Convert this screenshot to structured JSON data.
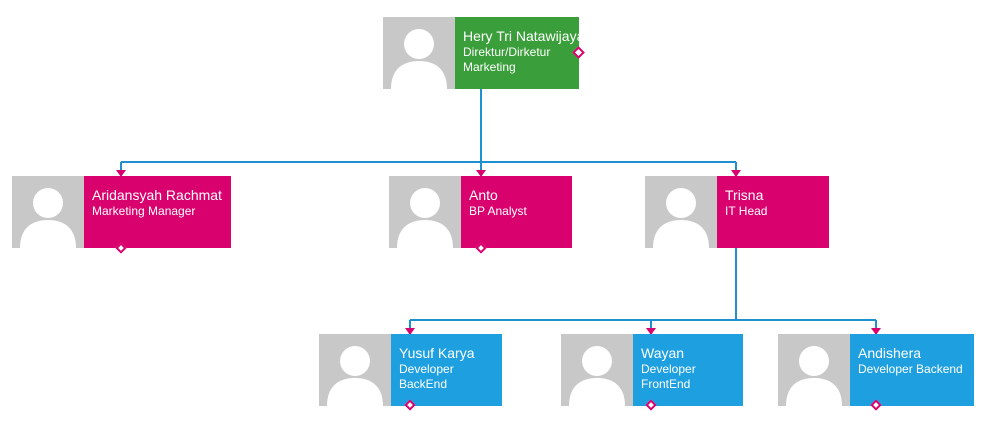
{
  "colors": {
    "root": "#3a9e3a",
    "manager": "#d9016d",
    "staff": "#1ea0e0",
    "connector": "#1e90d0",
    "marker": "#d9016d"
  },
  "nodes": {
    "hery": {
      "name": "Hery Tri Natawijaya",
      "title": "Direktur/Dirketur Marketing"
    },
    "aridansyah": {
      "name": "Aridansyah Rachmat",
      "title": "Marketing Manager"
    },
    "anto": {
      "name": "Anto",
      "title": "BP Analyst"
    },
    "trisna": {
      "name": "Trisna",
      "title": "IT Head"
    },
    "yusuf": {
      "name": "Yusuf Karya",
      "title": "Developer BackEnd"
    },
    "wayan": {
      "name": "Wayan",
      "title": "Developer FrontEnd"
    },
    "andishera": {
      "name": "Andishera",
      "title": "Developer Backend"
    }
  },
  "icons": {
    "avatar": "person-placeholder-icon",
    "collapse": "diamond-marker-icon"
  }
}
